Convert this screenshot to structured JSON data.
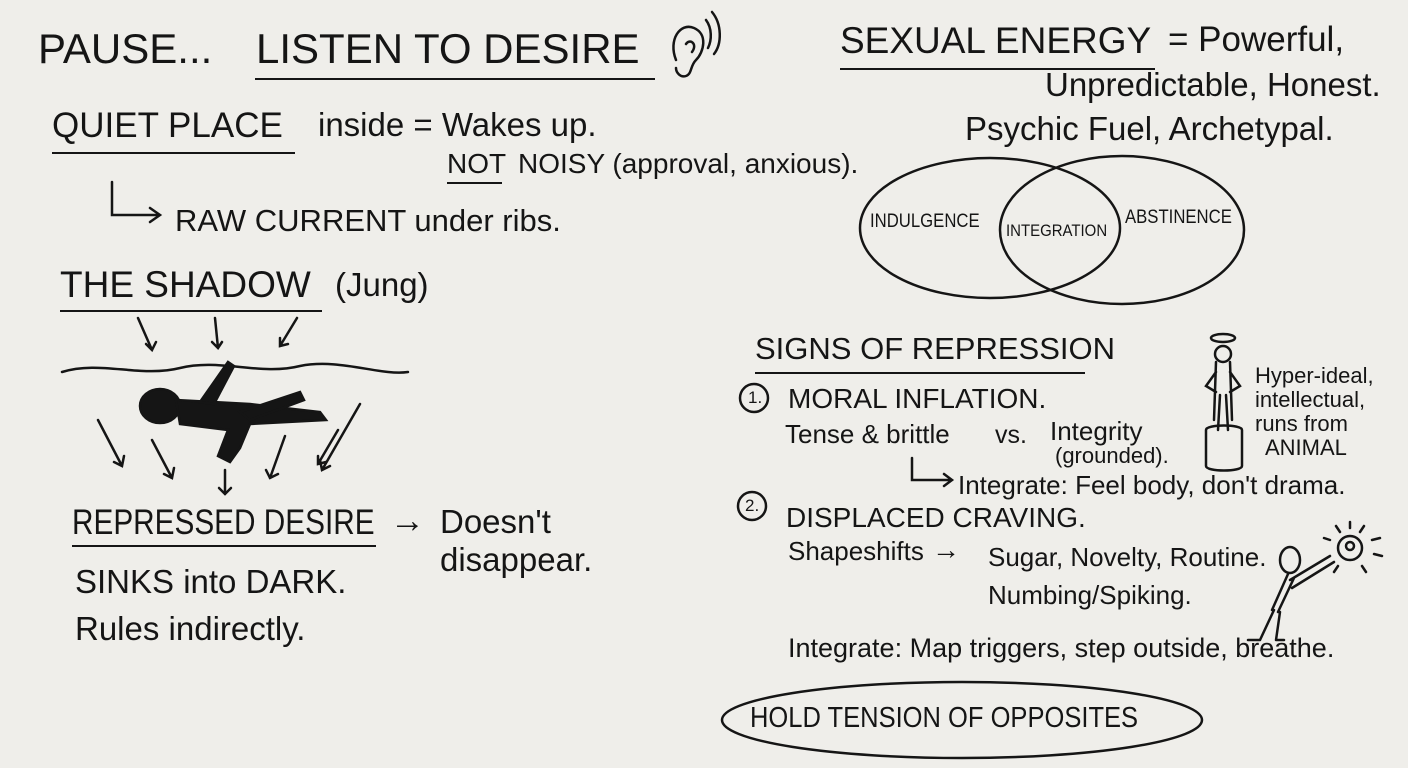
{
  "left": {
    "title_pause": "PAUSE...",
    "title_listen": "LISTEN TO DESIRE",
    "quiet_place": "QUIET PLACE",
    "quiet_rest": "inside = Wakes up.",
    "not": "NOT",
    "noisy": "NOISY (approval, anxious).",
    "raw_current": "RAW CURRENT under ribs.",
    "shadow": "THE SHADOW",
    "jung": "(Jung)",
    "repressed": "REPRESSED DESIRE",
    "arrow": "→",
    "doesnt": "Doesn't",
    "disappear": "disappear.",
    "sinks": "SINKS into DARK.",
    "rules": "Rules indirectly."
  },
  "right": {
    "sexual_energy": "SEXUAL ENERGY",
    "equals_powerful": "= Powerful,",
    "unpredictable": "Unpredictable, Honest.",
    "psychic": "Psychic Fuel, Archetypal.",
    "venn": {
      "left": "INDULGENCE",
      "middle": "INTEGRATION",
      "right": "ABSTINENCE"
    },
    "signs_title": "SIGNS OF REPRESSION",
    "item1_num": "1.",
    "item1_title": "MORAL INFLATION.",
    "tense": "Tense & brittle",
    "vs": "vs.",
    "integrity": "Integrity",
    "grounded": "(grounded).",
    "integrate1": "Integrate: Feel body, don't drama.",
    "hyper_lines": [
      "Hyper-ideal,",
      "intellectual,",
      "runs from",
      "ANIMAL"
    ],
    "item2_num": "2.",
    "item2_title": "DISPLACED CRAVING.",
    "shapeshifts": "Shapeshifts",
    "sugar": "Sugar, Novelty, Routine.",
    "numbing": "Numbing/Spiking.",
    "integrate2": "Integrate: Map triggers, step outside, breathe.",
    "hold": "HOLD TENSION OF OPPOSITES"
  }
}
